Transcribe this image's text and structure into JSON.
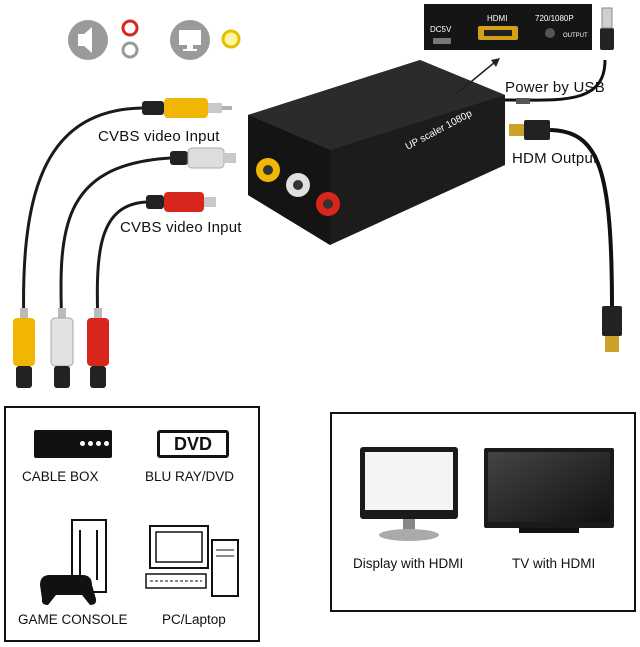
{
  "labels": {
    "cvbs_input_1": "CVBS video Input",
    "cvbs_input_2": "CVBS video Input",
    "power_by_usb": "Power by USB",
    "hdmi_output": "HDM Output"
  },
  "device": {
    "top_text": "UP scaler 1080p"
  },
  "back_panel": {
    "port_dc": "DC5V",
    "port_hdmi": "HDMI",
    "resolution": "720/1080P",
    "output": "OUTPUT"
  },
  "sources": {
    "cable_box": "CABLE BOX",
    "dvd_badge": "DVD",
    "bluray_dvd": "BLU RAY/DVD",
    "game_console": "GAME CONSOLE",
    "pc_laptop": "PC/Laptop"
  },
  "displays": {
    "monitor": "Display with HDMI",
    "tv": "TV with HDMI"
  },
  "colors": {
    "rca_yellow": "#f2b705",
    "rca_white": "#e6e6e6",
    "rca_red": "#d9261c",
    "device_body": "#1c1c1c"
  }
}
